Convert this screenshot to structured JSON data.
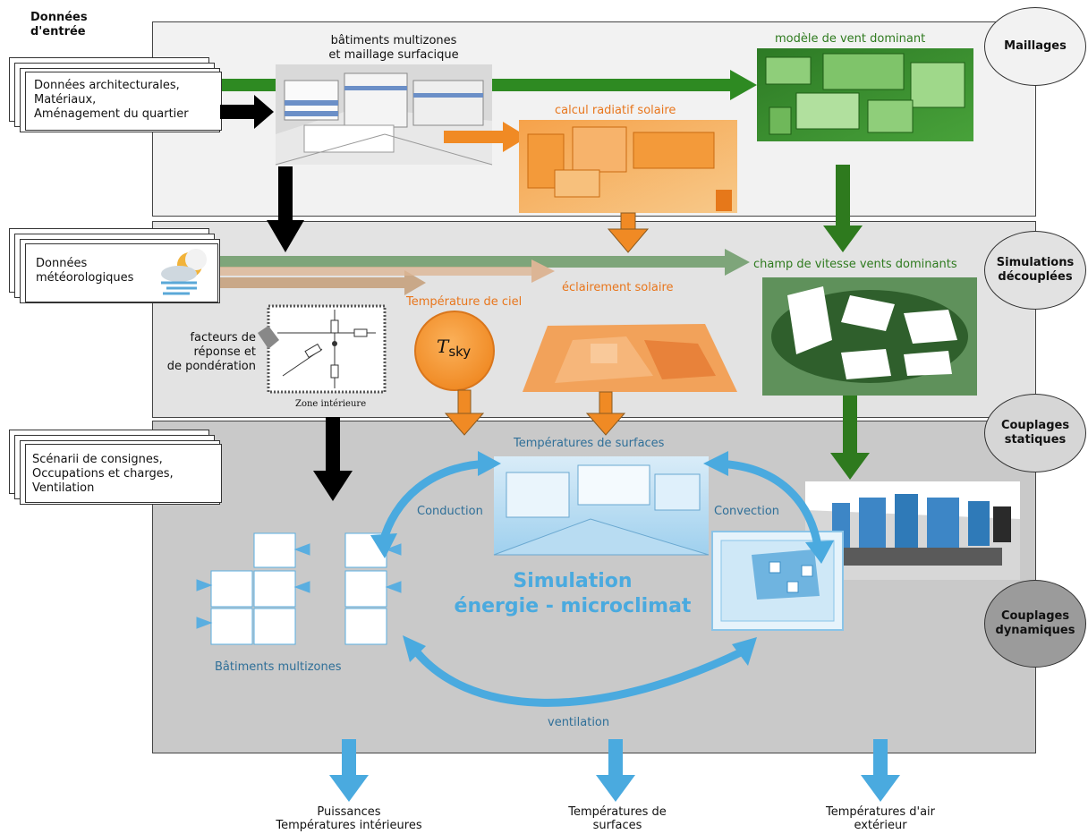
{
  "inputs": {
    "header": "Données\nd'entrée",
    "architecture": "Données architecturales,\nMatériaux,\nAménagement du quartier",
    "meteo": "Données\nmétéorologiques",
    "scenarios": "Scénarii de consignes,\nOccupations et charges,\nVentilation"
  },
  "stages": {
    "meshes": "Maillages",
    "decoupled": "Simulations\ndécouplées",
    "static": "Couplages\nstatiques",
    "dynamic": "Couplages\ndynamiques"
  },
  "meshing": {
    "buildings": "bâtiments multizones\net maillage surfacique",
    "solar": "calcul radiatif solaire",
    "wind": "modèle de vent dominant"
  },
  "simulations": {
    "sky_temp": "Température de ciel",
    "tsky": "T",
    "tsky_sub": "sky",
    "illumination": "éclairement solaire",
    "wind_field": "champ de vitesse vents dominants",
    "response": "facteurs de\nréponse et\nde pondération",
    "zone": "Zone intérieure"
  },
  "coupling": {
    "surface_temps": "Températures de surfaces",
    "conduction": "Conduction",
    "convection": "Convection",
    "sim_title": "Simulation\nénergie - microclimat",
    "multizone": "Bâtiments multizones",
    "ventilation": "ventilation"
  },
  "outputs": {
    "indoor": "Puissances\nTempératures intérieures",
    "surfaces": "Températures de\nsurfaces",
    "outdoor": "Températures d'air\nextérieur"
  },
  "colors": {
    "orange": "#f08a24",
    "green": "#2e7a1e",
    "blue": "#4aaadf",
    "band1": "#f2f2f2",
    "band2": "#e2e2e2",
    "band3": "#c9c9c9"
  }
}
